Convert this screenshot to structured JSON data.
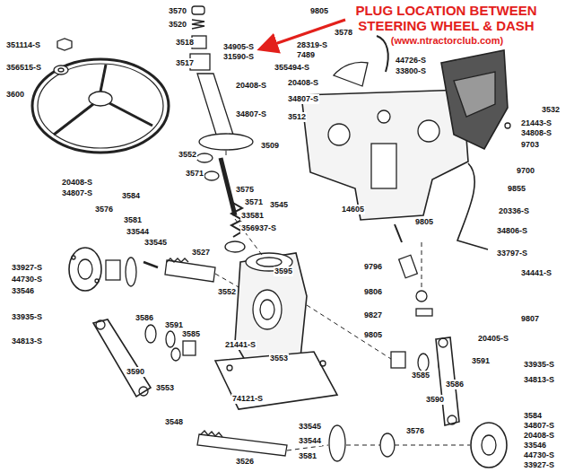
{
  "diagram": {
    "title": "PLUG LOCATION BETWEEN STEERING WHEEL & DASH",
    "labels": [
      "(www.ntractorclub.com)",
      "3570",
      "3520",
      "351114-S",
      "356515-S",
      "3518",
      "3517",
      "34905-S",
      "31590-S",
      "3600",
      "20408-S",
      "34807-S",
      "3552",
      "3509",
      "3571",
      "3575",
      "3545",
      "3571",
      "33581",
      "356937-S",
      "3595",
      "20408-S",
      "34807-S",
      "3584",
      "3576",
      "3581",
      "33544",
      "33545",
      "3527",
      "33927-S",
      "44730-S",
      "33546",
      "3552",
      "33935-S",
      "34813-S",
      "3586",
      "3591",
      "3585",
      "3590",
      "21441-S",
      "3553",
      "3553",
      "74121-S",
      "3548",
      "3526",
      "33545",
      "33544",
      "3581",
      "9805",
      "3578",
      "28319-S",
      "7489",
      "355494-S",
      "20408-S",
      "34807-S",
      "3512",
      "44726-S",
      "33800-S",
      "3532",
      "21443-S",
      "34808-S",
      "9703",
      "9700",
      "9855",
      "14605",
      "9805",
      "20336-S",
      "34806-S",
      "33797-S",
      "34441-S",
      "9796",
      "9806",
      "9827",
      "9807",
      "9805",
      "20405-S",
      "3591",
      "33935-S",
      "3585",
      "34813-S",
      "3586",
      "3590",
      "3576",
      "3584",
      "34807-S",
      "20408-S",
      "33546",
      "44730-S",
      "33927-S"
    ]
  }
}
